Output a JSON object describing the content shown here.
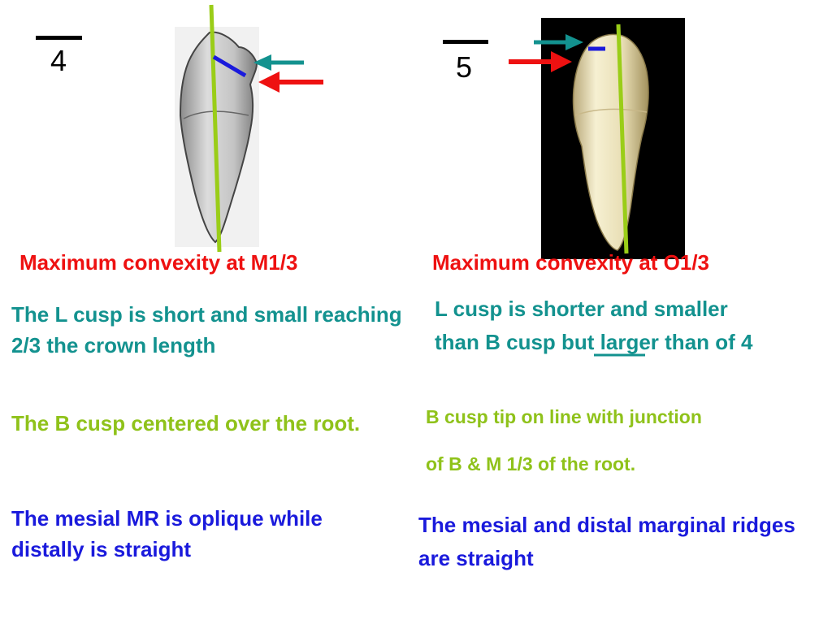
{
  "colors": {
    "heading": "#ee1111",
    "lingual": "#13928f",
    "buccal": "#8fc21a",
    "ridge": "#1a1adc",
    "axis_line": "#9acd18",
    "arrow_red": "#ee1111",
    "arrow_teal": "#13928f",
    "marker_blue": "#1a1adc"
  },
  "left": {
    "tooth_number": "4",
    "heading": "Maximum convexity at M1/3",
    "l_cusp": "The L cusp is short and small reaching 2/3 the crown length",
    "b_cusp": "The B cusp centered over the root.",
    "ridges": "The mesial MR is oplique while distally is straight"
  },
  "right": {
    "tooth_number": "5",
    "heading": "Maximum convexity at O1/3",
    "l_cusp_pre": "L cusp is shorter and smaller than ",
    "l_cusp_b": "B ",
    "l_cusp_post": "cusp but larger than of 4",
    "b_cusp_line1": "B cusp tip on line with junction",
    "b_cusp_line2": "of B & M 1/3 of the root.",
    "ridges": "The mesial and distal marginal ridges are straight"
  }
}
